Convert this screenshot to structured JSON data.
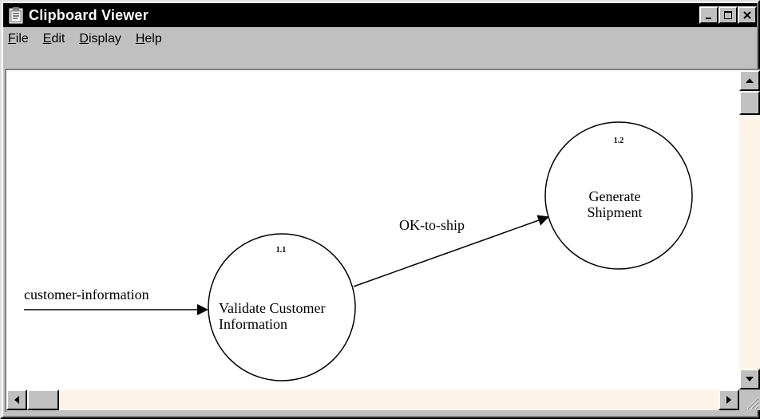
{
  "window": {
    "title": "Clipboard Viewer"
  },
  "menu": {
    "items": [
      {
        "accel": "F",
        "rest": "ile"
      },
      {
        "accel": "E",
        "rest": "dit"
      },
      {
        "accel": "D",
        "rest": "isplay"
      },
      {
        "accel": "H",
        "rest": "elp"
      }
    ]
  },
  "diagram": {
    "process_1": {
      "number": "1.1",
      "line1": "Validate Customer",
      "line2": "Information"
    },
    "process_2": {
      "number": "1.2",
      "line1": "Generate",
      "line2": "Shipment"
    },
    "flow_in": {
      "label": "customer-information"
    },
    "flow_between": {
      "label": "OK-to-ship"
    }
  }
}
